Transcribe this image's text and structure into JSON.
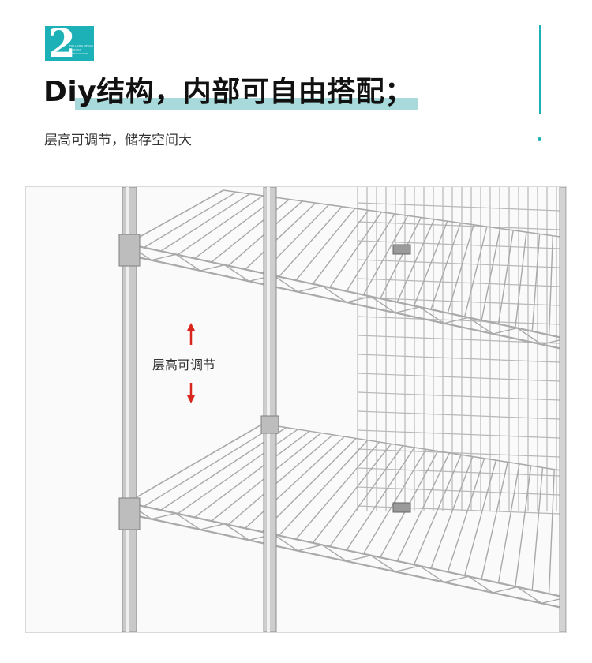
{
  "section_badge": {
    "number": "2",
    "small_text": "FOR LIVING DESIGN PRODUCT INTRODUCTION",
    "color": "#1bb1b7"
  },
  "heading": {
    "title": "Diy结构，内部可自由搭配；",
    "highlight_color": "#a8dadc"
  },
  "subtitle": "层高可调节，储存空间大",
  "photo": {
    "label": "层高可调节",
    "arrow_color": "#d9261c"
  },
  "icons": [
    "arrow-up-icon",
    "arrow-down-icon"
  ]
}
